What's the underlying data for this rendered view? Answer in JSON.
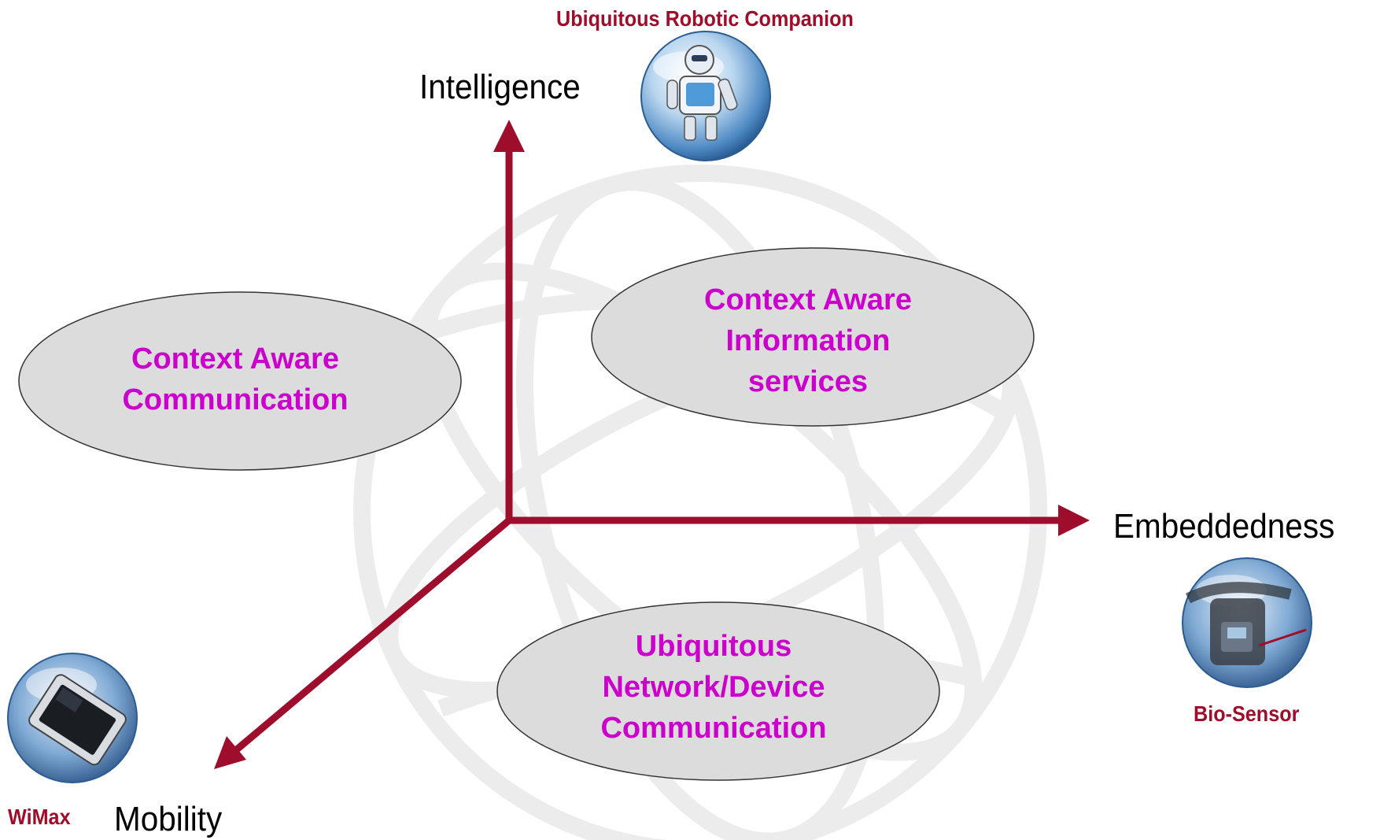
{
  "colors": {
    "axis": "#9e0e2c",
    "caption": "#a00d2a",
    "ellipse_fill": "#dcdcdc",
    "ellipse_text": "#cc00cc",
    "watermark": "#ececec"
  },
  "axes": {
    "vertical": "Intelligence",
    "horizontal": "Embeddedness",
    "diagonal": "Mobility"
  },
  "devices": {
    "robot": {
      "caption": "Ubiquitous Robotic Companion",
      "icon": "robot-icon"
    },
    "wimax": {
      "caption": "WiMax",
      "icon": "tablet-device-icon"
    },
    "biosensor": {
      "caption": "Bio-Sensor",
      "icon": "bio-sensor-icon"
    }
  },
  "ellipses": {
    "communication": {
      "lines": [
        "Context Aware",
        "Communication"
      ]
    },
    "information": {
      "lines": [
        "Context Aware",
        "Information",
        "services"
      ]
    },
    "network": {
      "lines": [
        "Ubiquitous",
        "Network/Device",
        "Communication"
      ]
    }
  }
}
